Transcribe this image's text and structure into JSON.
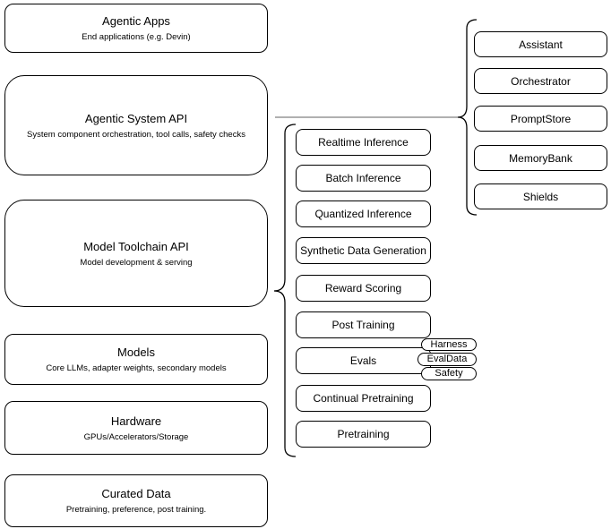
{
  "diagram": {
    "layers": [
      {
        "title": "Agentic Apps",
        "subtitle": "End applications (e.g. Devin)"
      },
      {
        "title": "Agentic System API",
        "subtitle": "System component orchestration, tool calls, safety checks"
      },
      {
        "title": "Model Toolchain API",
        "subtitle": "Model development & serving"
      },
      {
        "title": "Models",
        "subtitle": "Core LLMs, adapter weights, secondary models"
      },
      {
        "title": "Hardware",
        "subtitle": "GPUs/Accelerators/Storage"
      },
      {
        "title": "Curated Data",
        "subtitle": "Pretraining, preference, post training."
      }
    ],
    "toolchain_items": [
      "Realtime Inference",
      "Batch Inference",
      "Quantized Inference",
      "Synthetic Data Generation",
      "Reward Scoring",
      "Post Training",
      "Evals",
      "Continual Pretraining",
      "Pretraining"
    ],
    "evals_tags": [
      "Harness",
      "EvalData",
      "Safety"
    ],
    "system_components": [
      "Assistant",
      "Orchestrator",
      "PromptStore",
      "MemoryBank",
      "Shields"
    ],
    "colors": {
      "stroke": "#000000",
      "background": "#ffffff",
      "connector_line": "#808080"
    }
  }
}
